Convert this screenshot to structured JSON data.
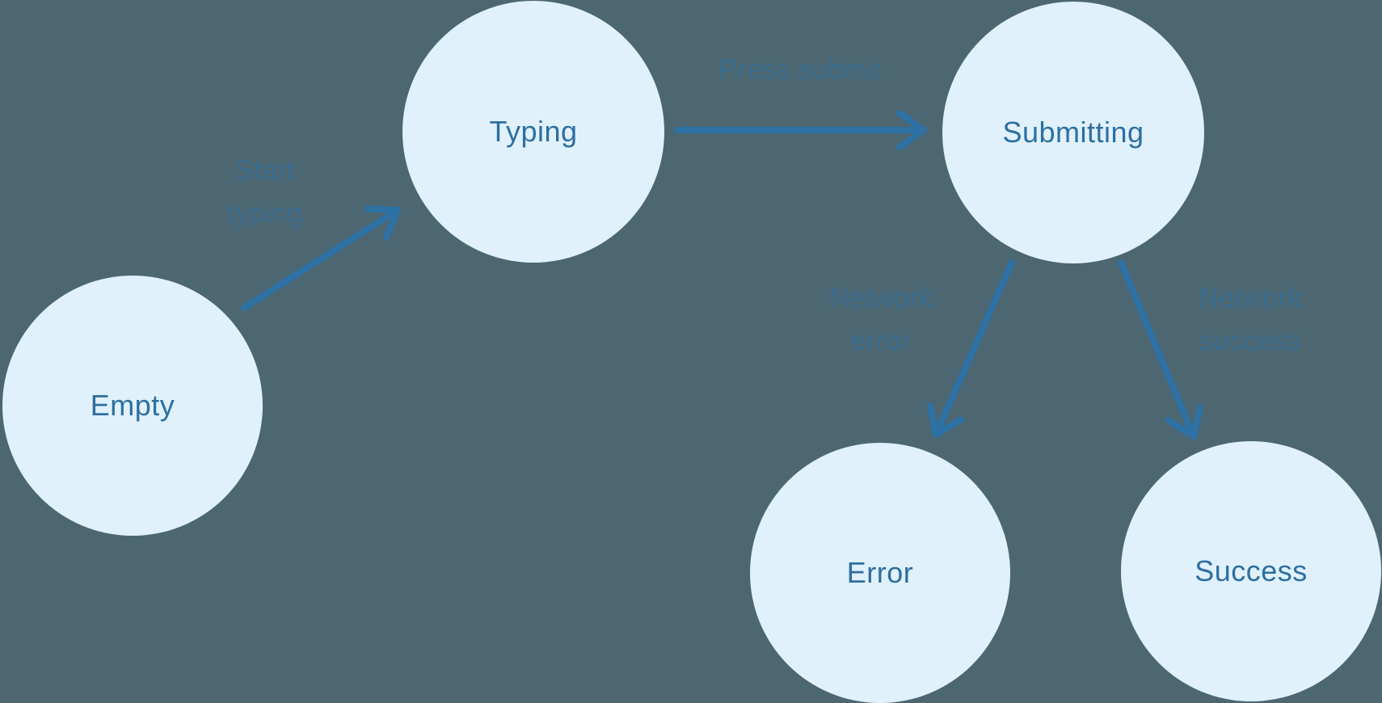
{
  "colors": {
    "background": "#4C6772",
    "state_fill": "#E0F1FC",
    "state_text": "#2E6F9F",
    "arrow": "#2D71A5",
    "transition_label": "#2D71A5"
  },
  "diagram": {
    "type": "state-machine",
    "states": [
      {
        "id": "empty",
        "label": "Empty"
      },
      {
        "id": "typing",
        "label": "Typing"
      },
      {
        "id": "submitting",
        "label": "Submitting"
      },
      {
        "id": "error",
        "label": "Error"
      },
      {
        "id": "success",
        "label": "Success"
      }
    ],
    "transitions": [
      {
        "from": "empty",
        "to": "typing",
        "label_lines": [
          "Start",
          "typing"
        ]
      },
      {
        "from": "typing",
        "to": "submitting",
        "label_lines": [
          "Press submit"
        ]
      },
      {
        "from": "submitting",
        "to": "error",
        "label_lines": [
          "Network",
          "error"
        ]
      },
      {
        "from": "submitting",
        "to": "success",
        "label_lines": [
          "Network",
          "success"
        ]
      }
    ]
  }
}
